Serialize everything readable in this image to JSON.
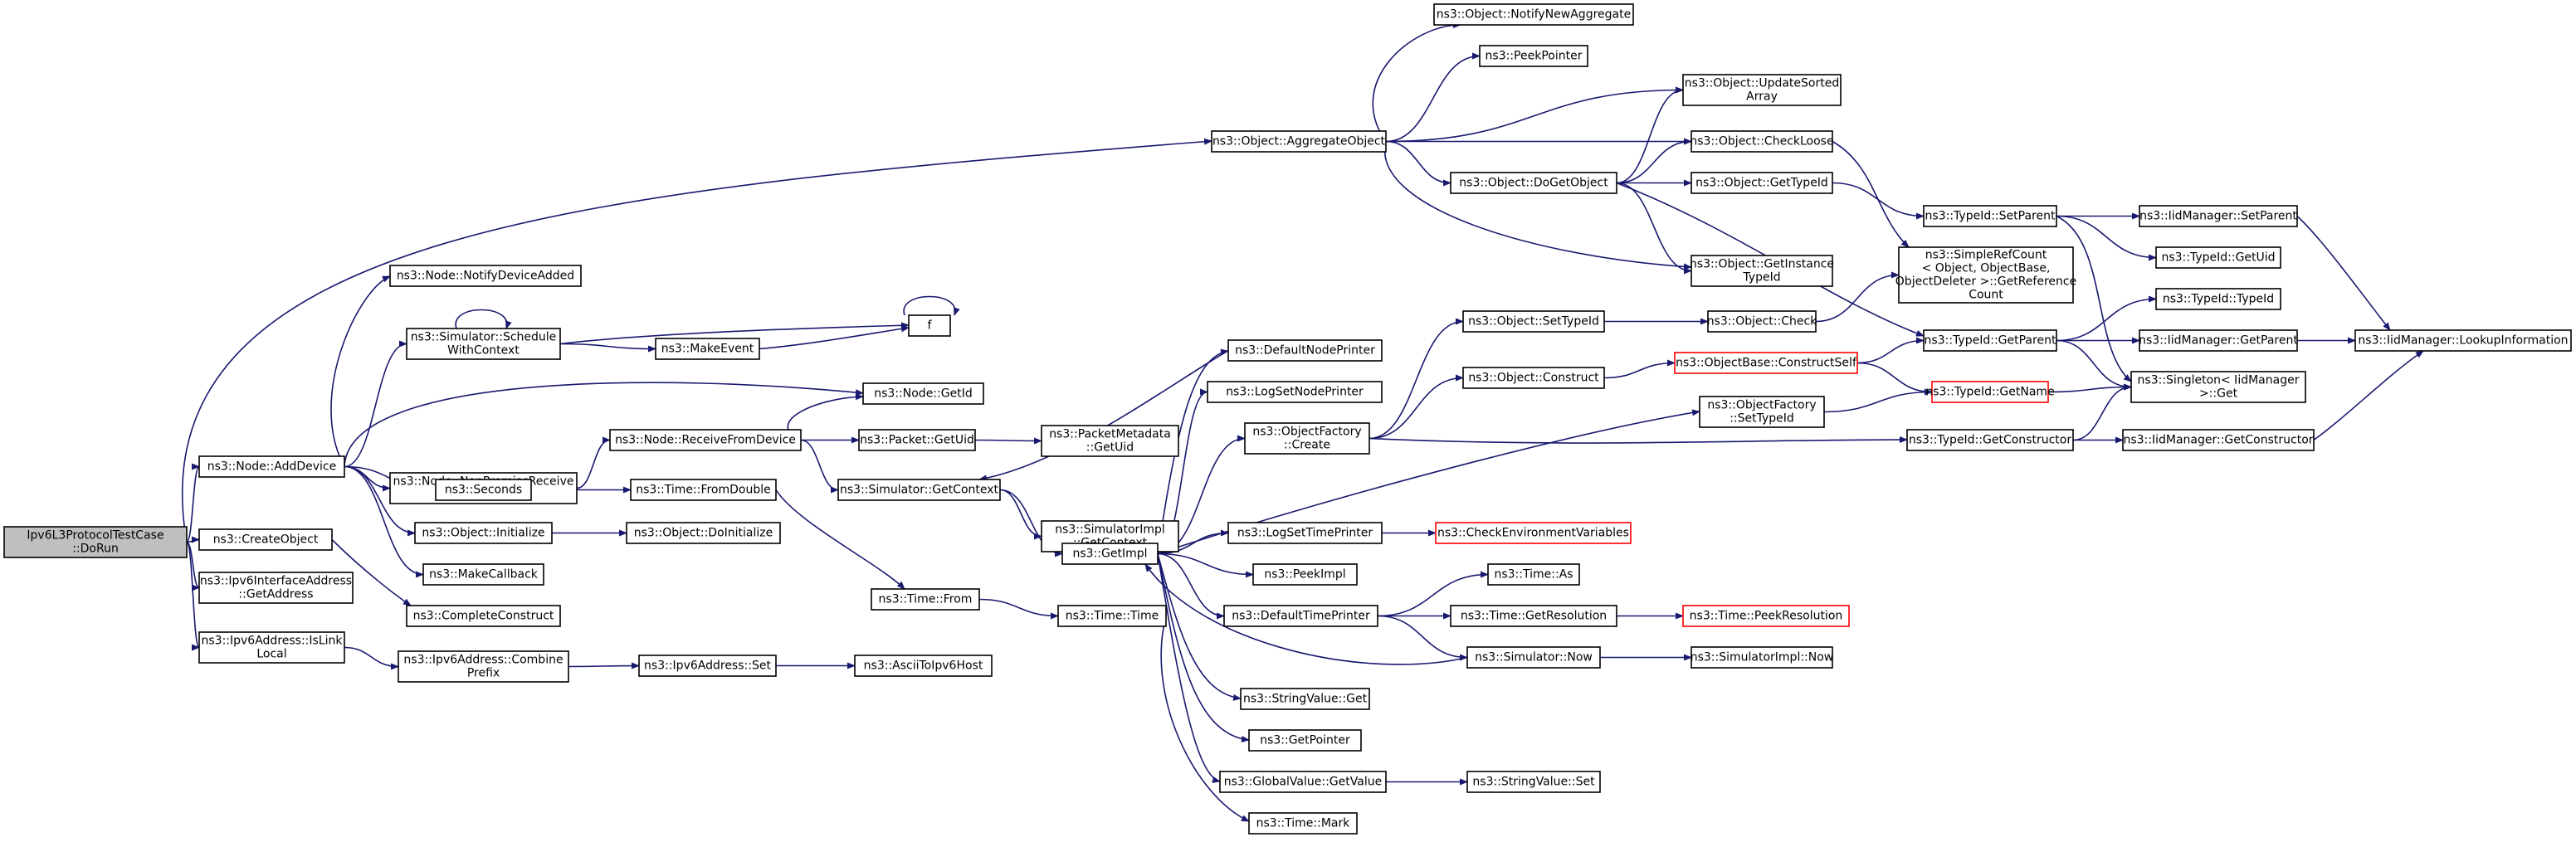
{
  "diagram": {
    "type": "call-graph",
    "edge_color": "#191970",
    "truncated_color": "#ff0000",
    "root_fill": "#bfbfbf",
    "nodes": [
      {
        "id": "root",
        "lines": [
          "Ipv6L3ProtocolTestCase",
          "::DoRun"
        ],
        "root": true
      },
      {
        "id": "addDevice",
        "lines": [
          "ns3::Node::AddDevice"
        ]
      },
      {
        "id": "createObject",
        "lines": [
          "ns3::CreateObject"
        ]
      },
      {
        "id": "ifaceGetAddr",
        "lines": [
          "ns3::Ipv6InterfaceAddress",
          "::GetAddress"
        ]
      },
      {
        "id": "isLinkLocal",
        "lines": [
          "ns3::Ipv6Address::IsLink",
          "Local"
        ]
      },
      {
        "id": "notifyDevAdded",
        "lines": [
          "ns3::Node::NotifyDeviceAdded"
        ]
      },
      {
        "id": "scheduleWithCtx",
        "lines": [
          "ns3::Simulator::Schedule",
          "WithContext"
        ]
      },
      {
        "id": "nodeGetId",
        "lines": [
          "ns3::Node::GetId"
        ]
      },
      {
        "id": "nonPromisc",
        "lines": [
          "ns3::Node::NonPromiscReceive",
          "FromDevice"
        ]
      },
      {
        "id": "seconds",
        "lines": [
          "ns3::Seconds"
        ]
      },
      {
        "id": "objInitialize",
        "lines": [
          "ns3::Object::Initialize"
        ]
      },
      {
        "id": "makeCallback",
        "lines": [
          "ns3::MakeCallback"
        ]
      },
      {
        "id": "completeConstruct",
        "lines": [
          "ns3::CompleteConstruct"
        ]
      },
      {
        "id": "combinePrefix",
        "lines": [
          "ns3::Ipv6Address::Combine",
          "Prefix"
        ]
      },
      {
        "id": "makeEvent",
        "lines": [
          "ns3::MakeEvent"
        ]
      },
      {
        "id": "f",
        "lines": [
          "f"
        ]
      },
      {
        "id": "receiveFromDevice",
        "lines": [
          "ns3::Node::ReceiveFromDevice"
        ]
      },
      {
        "id": "fromDouble",
        "lines": [
          "ns3::Time::FromDouble"
        ]
      },
      {
        "id": "doInitialize",
        "lines": [
          "ns3::Object::DoInitialize"
        ]
      },
      {
        "id": "ipv6Set",
        "lines": [
          "ns3::Ipv6Address::Set"
        ]
      },
      {
        "id": "asciiToIpv6",
        "lines": [
          "ns3::AsciiToIpv6Host"
        ]
      },
      {
        "id": "packetGetUid",
        "lines": [
          "ns3::Packet::GetUid"
        ]
      },
      {
        "id": "pktMetaGetUid",
        "lines": [
          "ns3::PacketMetadata",
          "::GetUid"
        ]
      },
      {
        "id": "simGetContext",
        "lines": [
          "ns3::Simulator::GetContext"
        ]
      },
      {
        "id": "simImplGetContext",
        "lines": [
          "ns3::SimulatorImpl",
          "::GetContext"
        ]
      },
      {
        "id": "timeFrom",
        "lines": [
          "ns3::Time::From"
        ]
      },
      {
        "id": "timeTime",
        "lines": [
          "ns3::Time::Time"
        ]
      },
      {
        "id": "aggregateObject",
        "lines": [
          "ns3::Object::AggregateObject"
        ]
      },
      {
        "id": "getImpl",
        "lines": [
          "ns3::GetImpl"
        ]
      },
      {
        "id": "defaultNodePrinter",
        "lines": [
          "ns3::DefaultNodePrinter"
        ]
      },
      {
        "id": "logSetNodePrinter",
        "lines": [
          "ns3::LogSetNodePrinter"
        ]
      },
      {
        "id": "objFactoryCreate",
        "lines": [
          "ns3::ObjectFactory",
          "::Create"
        ]
      },
      {
        "id": "logSetTimePrinter",
        "lines": [
          "ns3::LogSetTimePrinter"
        ]
      },
      {
        "id": "peekImpl",
        "lines": [
          "ns3::PeekImpl"
        ]
      },
      {
        "id": "defaultTimePrinter",
        "lines": [
          "ns3::DefaultTimePrinter"
        ]
      },
      {
        "id": "stringValueGet",
        "lines": [
          "ns3::StringValue::Get"
        ]
      },
      {
        "id": "getPointer",
        "lines": [
          "ns3::GetPointer"
        ]
      },
      {
        "id": "globalValueGetValue",
        "lines": [
          "ns3::GlobalValue::GetValue"
        ]
      },
      {
        "id": "timeMark",
        "lines": [
          "ns3::Time::Mark"
        ]
      },
      {
        "id": "notifyNewAggregate",
        "lines": [
          "ns3::Object::NotifyNewAggregate"
        ]
      },
      {
        "id": "peekPointer",
        "lines": [
          "ns3::PeekPointer"
        ]
      },
      {
        "id": "doGetObject",
        "lines": [
          "ns3::Object::DoGetObject"
        ]
      },
      {
        "id": "objSetTypeId",
        "lines": [
          "ns3::Object::SetTypeId"
        ]
      },
      {
        "id": "objConstruct",
        "lines": [
          "ns3::Object::Construct"
        ]
      },
      {
        "id": "timeAs",
        "lines": [
          "ns3::Time::As"
        ]
      },
      {
        "id": "timeGetResolution",
        "lines": [
          "ns3::Time::GetResolution"
        ]
      },
      {
        "id": "simNow",
        "lines": [
          "ns3::Simulator::Now"
        ]
      },
      {
        "id": "stringValueSet",
        "lines": [
          "ns3::StringValue::Set"
        ]
      },
      {
        "id": "updateSortedArray",
        "lines": [
          "ns3::Object::UpdateSorted",
          "Array"
        ]
      },
      {
        "id": "checkLoose",
        "lines": [
          "ns3::Object::CheckLoose"
        ]
      },
      {
        "id": "objGetTypeId",
        "lines": [
          "ns3::Object::GetTypeId"
        ]
      },
      {
        "id": "getInstanceTypeId",
        "lines": [
          "ns3::Object::GetInstance",
          "TypeId"
        ]
      },
      {
        "id": "objCheck",
        "lines": [
          "ns3::Object::Check"
        ]
      },
      {
        "id": "constructSelf",
        "lines": [
          "ns3::ObjectBase::ConstructSelf"
        ],
        "truncated": true
      },
      {
        "id": "objFactorySetTypeId",
        "lines": [
          "ns3::ObjectFactory",
          "::SetTypeId"
        ]
      },
      {
        "id": "checkEnvVars",
        "lines": [
          "ns3::CheckEnvironmentVariables"
        ],
        "truncated": true
      },
      {
        "id": "peekResolution",
        "lines": [
          "ns3::Time::PeekResolution"
        ],
        "truncated": true
      },
      {
        "id": "simImplNow",
        "lines": [
          "ns3::SimulatorImpl::Now"
        ]
      },
      {
        "id": "simpleRefCount",
        "lines": [
          "ns3::SimpleRefCount",
          "< Object, ObjectBase,",
          "ObjectDeleter >::GetReference",
          "Count"
        ]
      },
      {
        "id": "typeIdSetParent",
        "lines": [
          "ns3::TypeId::SetParent"
        ]
      },
      {
        "id": "typeIdGetParent",
        "lines": [
          "ns3::TypeId::GetParent"
        ]
      },
      {
        "id": "typeIdGetName",
        "lines": [
          "ns3::TypeId::GetName"
        ],
        "truncated": true
      },
      {
        "id": "typeIdGetConstructor",
        "lines": [
          "ns3::TypeId::GetConstructor"
        ]
      },
      {
        "id": "iidSetParent",
        "lines": [
          "ns3::IidManager::SetParent"
        ]
      },
      {
        "id": "typeIdGetUid",
        "lines": [
          "ns3::TypeId::GetUid"
        ]
      },
      {
        "id": "typeIdTypeId",
        "lines": [
          "ns3::TypeId::TypeId"
        ]
      },
      {
        "id": "iidGetParent",
        "lines": [
          "ns3::IidManager::GetParent"
        ]
      },
      {
        "id": "singletonGet",
        "lines": [
          "ns3::Singleton< IidManager",
          "&gt;::Get"
        ]
      },
      {
        "id": "iidGetConstructor",
        "lines": [
          "ns3::IidManager::GetConstructor"
        ]
      },
      {
        "id": "lookupInformation",
        "lines": [
          "ns3::IidManager::LookupInformation"
        ]
      }
    ]
  }
}
